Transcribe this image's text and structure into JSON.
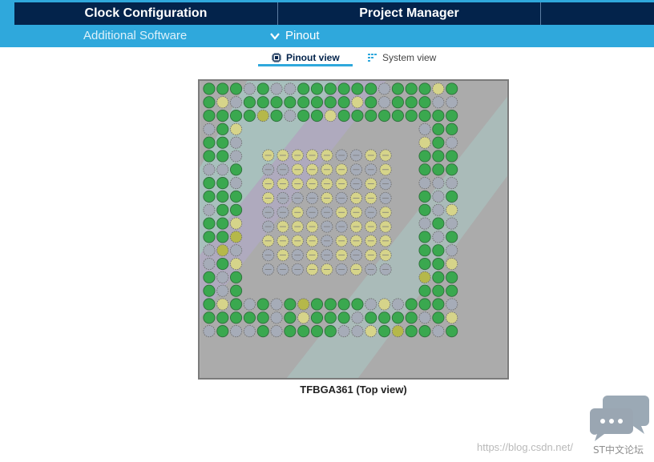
{
  "nav": {
    "tabs": [
      {
        "label": "Clock Configuration"
      },
      {
        "label": "Project Manager"
      }
    ],
    "sub": {
      "additional_software": "Additional Software",
      "pinout": "Pinout"
    }
  },
  "views": {
    "pinout_view": "Pinout view",
    "system_view": "System view",
    "active": "Pinout view"
  },
  "chip": {
    "caption": "TFBGA361 (Top view)",
    "rows": 19,
    "cols": 19,
    "colors": {
      "background": "#ababab",
      "green": "#3aa84f",
      "grey": "#a6acb8",
      "yellow": "#d6d48a",
      "olive": "#b5b84a"
    }
  },
  "watermark": {
    "url": "https://blog.csdn.net/",
    "brand": "ST中文论坛"
  },
  "colors": {
    "nav_dark": "#03234b",
    "nav_light": "#2fa8dc"
  }
}
